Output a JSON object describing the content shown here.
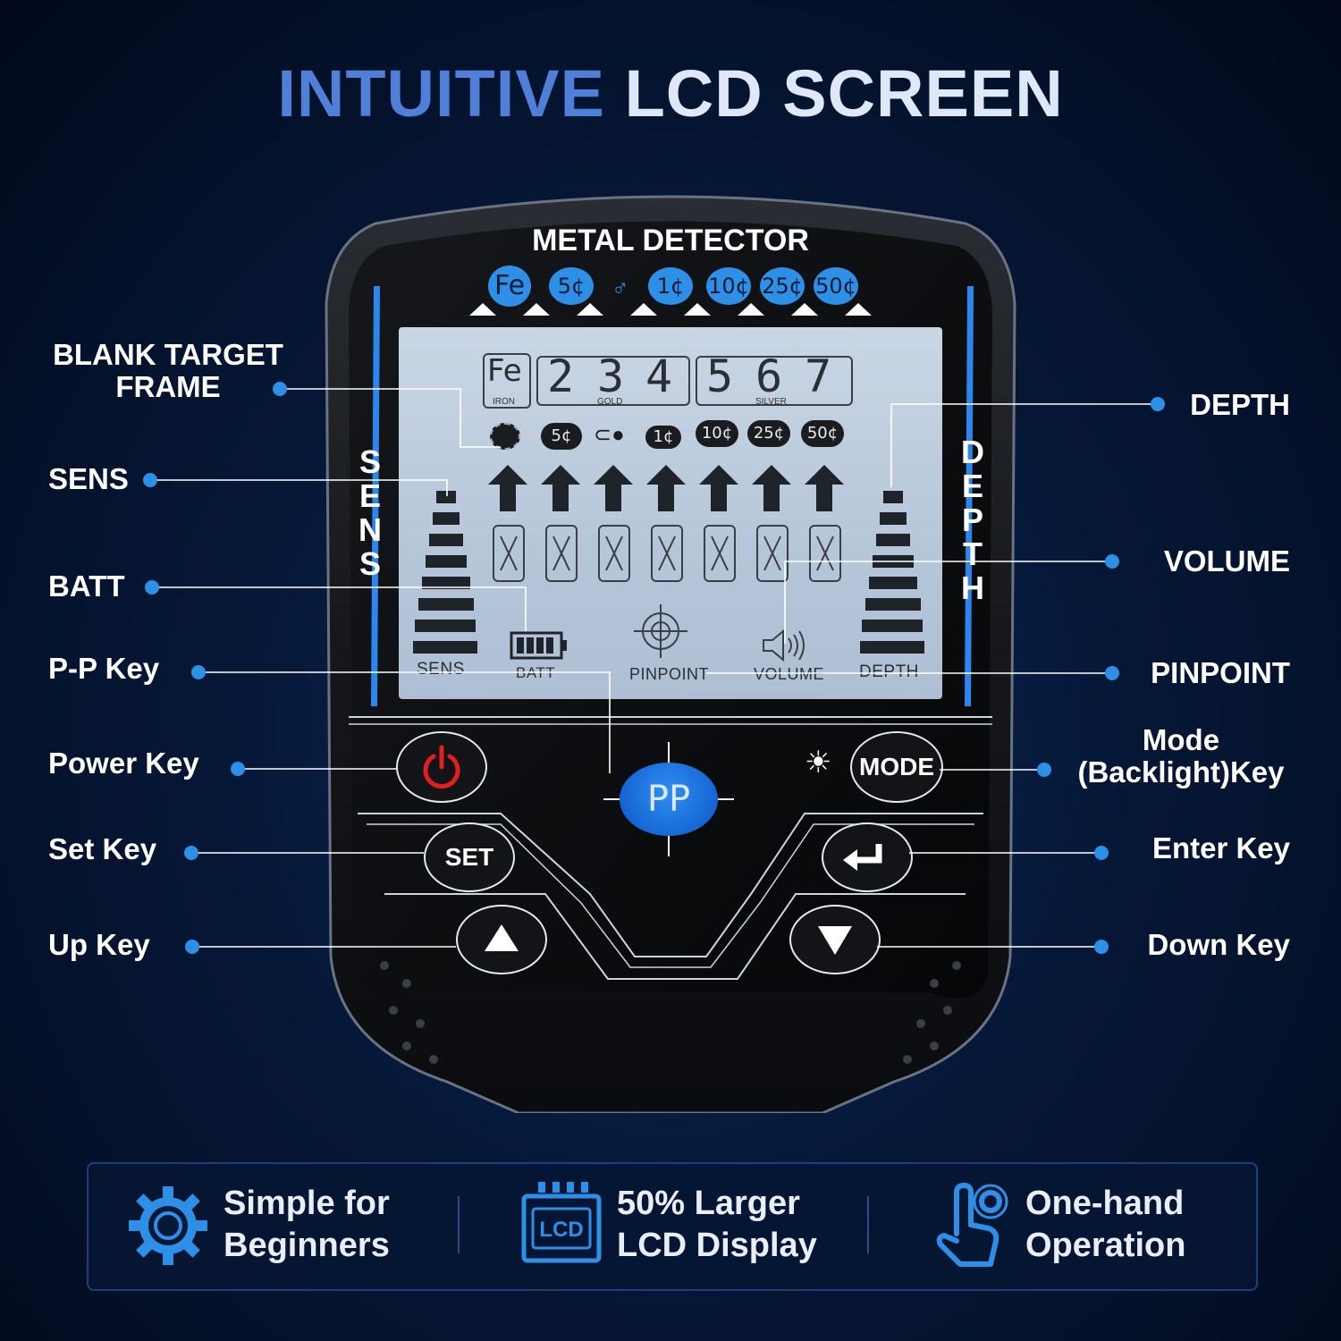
{
  "title": {
    "part1": "INTUITIVE",
    "part2": "LCD",
    "part3": "SCREEN"
  },
  "device": {
    "brand": "METAL DETECTOR",
    "top_targets": [
      "Fe",
      "5¢",
      "1¢",
      "10¢",
      "25¢",
      "50¢"
    ],
    "side_left": [
      "S",
      "E",
      "N",
      "S"
    ],
    "side_right": [
      "D",
      "E",
      "P",
      "T",
      "H"
    ]
  },
  "lcd": {
    "fe_label": "Fe",
    "iron_label": "IRON",
    "gold_digits": [
      "2",
      "3",
      "4"
    ],
    "gold_label": "GOLD",
    "silver_digits": [
      "5",
      "6",
      "7"
    ],
    "silver_label": "SILVER",
    "coins": [
      "5¢",
      "1¢",
      "10¢",
      "25¢",
      "50¢"
    ],
    "sens_label": "SENS",
    "batt_label": "BATT",
    "pinpoint_label": "PINPOINT",
    "volume_label": "VOLUME",
    "depth_label": "DEPTH"
  },
  "buttons": {
    "pp": "PP",
    "mode": "MODE",
    "set": "SET"
  },
  "callouts_left": {
    "blank_target_frame": [
      "BLANK TARGET",
      "FRAME"
    ],
    "sens": "SENS",
    "batt": "BATT",
    "pp_key": "P-P Key",
    "power_key": "Power Key",
    "set_key": "Set Key",
    "up_key": "Up Key"
  },
  "callouts_right": {
    "depth": "DEPTH",
    "volume": "VOLUME",
    "pinpoint": "PINPOINT",
    "mode_key": [
      "Mode",
      "(Backlight)Key"
    ],
    "enter_key": "Enter Key",
    "down_key": "Down Key"
  },
  "features": [
    {
      "icon": "gear-icon",
      "line1": "Simple for",
      "line2": "Beginners"
    },
    {
      "icon": "lcd-icon",
      "icon_text": "LCD",
      "line1": "50% Larger",
      "line2": "LCD Display"
    },
    {
      "icon": "hand-touch-icon",
      "line1": "One-hand",
      "line2": "Operation"
    }
  ],
  "colors": {
    "accent": "#2d8fe6",
    "background": "#061838",
    "power_red": "#e02020"
  }
}
